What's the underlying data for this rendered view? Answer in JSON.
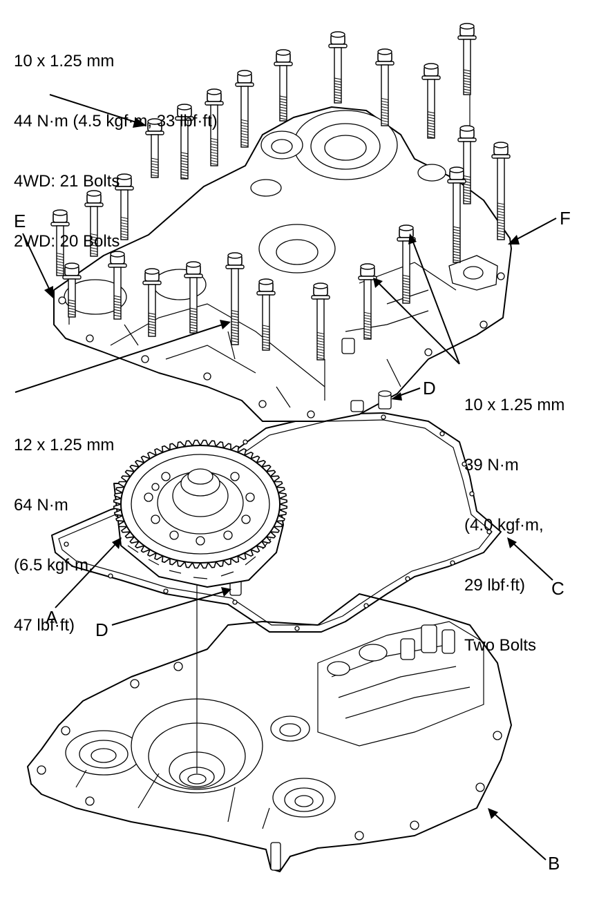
{
  "callouts": {
    "top_bolts": {
      "line1": "10 x 1.25 mm",
      "line2": "44 N·m (4.5 kgf·m, 33 lbf·ft)",
      "line3": "4WD: 21 Bolts",
      "line4": "2WD: 20 Bolts"
    },
    "long_bolts": {
      "line1": "12 x 1.25 mm",
      "line2": "64 N·m",
      "line3": "(6.5 kgf·m,",
      "line4": "47 lbf·ft)"
    },
    "two_bolts": {
      "line1": "10 x 1.25 mm",
      "line2": "39 N·m",
      "line3": "(4.0 kgf·m,",
      "line4": "29 lbf·ft)",
      "line5": "Two Bolts"
    }
  },
  "part_letters": {
    "a": "A",
    "b": "B",
    "c": "C",
    "d_upper": "D",
    "d_lower": "D",
    "e": "E",
    "f": "F"
  }
}
